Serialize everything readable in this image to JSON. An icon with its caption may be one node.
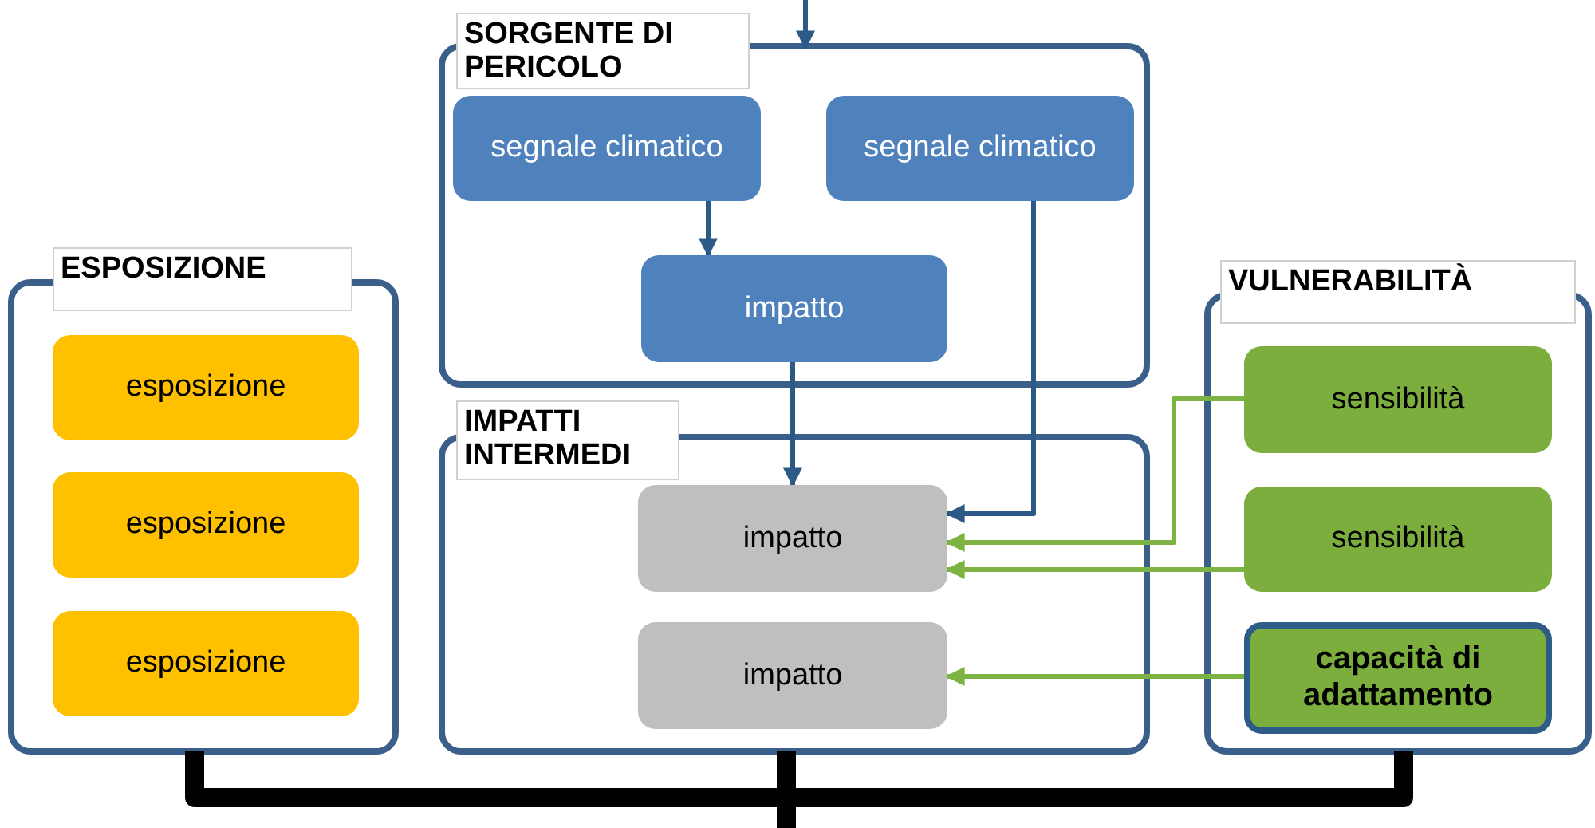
{
  "diagram": {
    "nodes": [
      {
        "text": [
          "ESPOSIZIONE"
        ]
      },
      {
        "text": [
          "esposizione"
        ],
        "in": 0
      },
      {
        "text": [
          "esposizione"
        ],
        "in": 0
      },
      {
        "text": [
          "esposizione"
        ],
        "in": 0
      },
      {
        "text": [
          "SORGENTE DI PERICOLO"
        ]
      },
      {
        "text": [
          "segnale climatico"
        ],
        "in": 4
      },
      {
        "text": [
          "segnale climatico"
        ],
        "in": 4
      },
      {
        "text": [
          "impatto"
        ],
        "in": 4
      },
      {
        "text": [
          "IMPATTI INTERMEDI"
        ]
      },
      {
        "text": [
          "impatto"
        ],
        "in": 8
      },
      {
        "text": [
          "impatto"
        ],
        "in": 8
      },
      {
        "text": [
          "VULNERABILITÀ"
        ]
      },
      {
        "text": [
          "sensibilità"
        ],
        "in": 11
      },
      {
        "text": [
          "sensibilità"
        ],
        "in": 11
      },
      {
        "text": [
          "capacità di adattamento"
        ],
        "in": 11
      }
    ],
    "edges": [
      {
        "from": null,
        "to": 4,
        "arrow": "to"
      },
      {
        "from": 5,
        "to": 7,
        "arrow": "to"
      },
      {
        "from": 7,
        "to": 9,
        "arrow": "to"
      },
      {
        "from": 6,
        "to": 9,
        "arrow": "to"
      },
      {
        "from": 12,
        "to": 9,
        "arrow": "to",
        "color": "#7cb342"
      },
      {
        "from": 13,
        "to": 9,
        "arrow": "to",
        "color": "#7cb342"
      },
      {
        "from": 14,
        "to": 10,
        "arrow": "to",
        "color": "#7cb342"
      },
      {
        "from": 0,
        "to": null,
        "arrow": "none",
        "style": "thick",
        "color": "#000000"
      },
      {
        "from": 8,
        "to": null,
        "arrow": "none",
        "style": "thick",
        "color": "#000000"
      },
      {
        "from": 11,
        "to": null,
        "arrow": "none",
        "style": "thick",
        "color": "#000000"
      }
    ]
  }
}
